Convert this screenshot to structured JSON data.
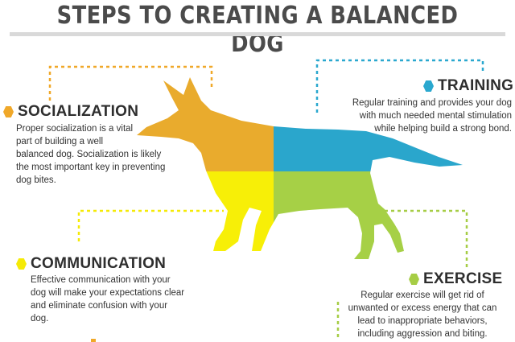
{
  "title": "STEPS TO CREATING A BALANCED DOG",
  "colors": {
    "socialization": "#f0a829",
    "training": "#2aa8cf",
    "communication": "#f5ea06",
    "exercise": "#a6cd45",
    "dog_orange": "#e9ab2d",
    "dog_blue": "#2aa6cc",
    "dog_yellow": "#f7ef07",
    "dog_green": "#a6d046",
    "title_text": "#4b4b4b"
  },
  "sections": {
    "socialization": {
      "heading": "SOCIALIZATION",
      "icon": "hexagon-icon",
      "lines": [
        "Proper socialization is a vital",
        "part of building a well",
        "balanced dog.  Socialization is likely",
        "the most important key in preventing",
        "dog bites."
      ]
    },
    "training": {
      "heading": "TRAINING",
      "icon": "hexagon-icon",
      "lines": [
        "Regular training and provides your dog",
        "with much needed mental stimulation",
        "while helping build a strong bond."
      ]
    },
    "communication": {
      "heading": "COMMUNICATION",
      "icon": "hexagon-icon",
      "lines": [
        "Effective communication with your",
        "dog will make your expectations clear",
        "and eliminate confusion with your",
        "dog."
      ]
    },
    "exercise": {
      "heading": "EXERCISE",
      "icon": "hexagon-icon",
      "lines": [
        "Regular exercise will get rid of",
        "unwanted or excess energy that can",
        "lead to inappropriate behaviors,",
        "including aggression and biting."
      ]
    }
  }
}
